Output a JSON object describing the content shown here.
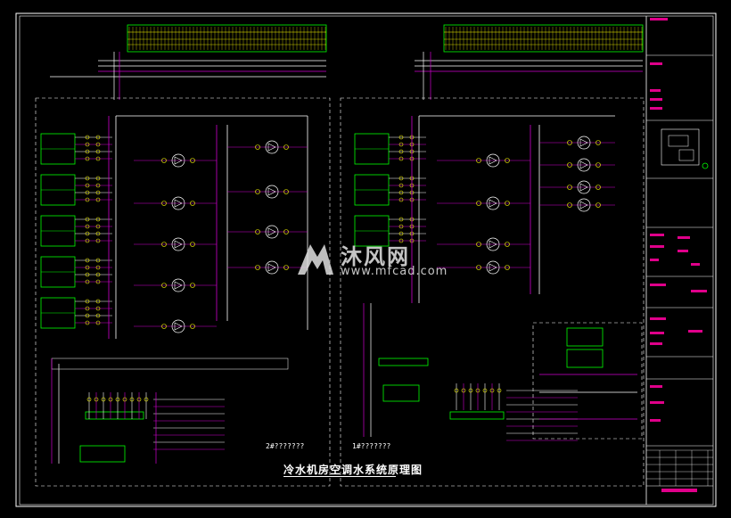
{
  "drawing": {
    "title": "冷水机房空调水系统原理图",
    "watermark_brand": "沐风网",
    "watermark_url": "www.mfcad.com",
    "left_page_mark": "2#???????",
    "right_page_mark": "1#???????"
  },
  "colors": {
    "background": "#000000",
    "frame": "#ffffff",
    "supply_pipe": "#ffffff",
    "return_pipe": "#d000d0",
    "equipment": "#00ff00",
    "valves": "#ffff00",
    "title_block_fill": "#e0008a"
  }
}
